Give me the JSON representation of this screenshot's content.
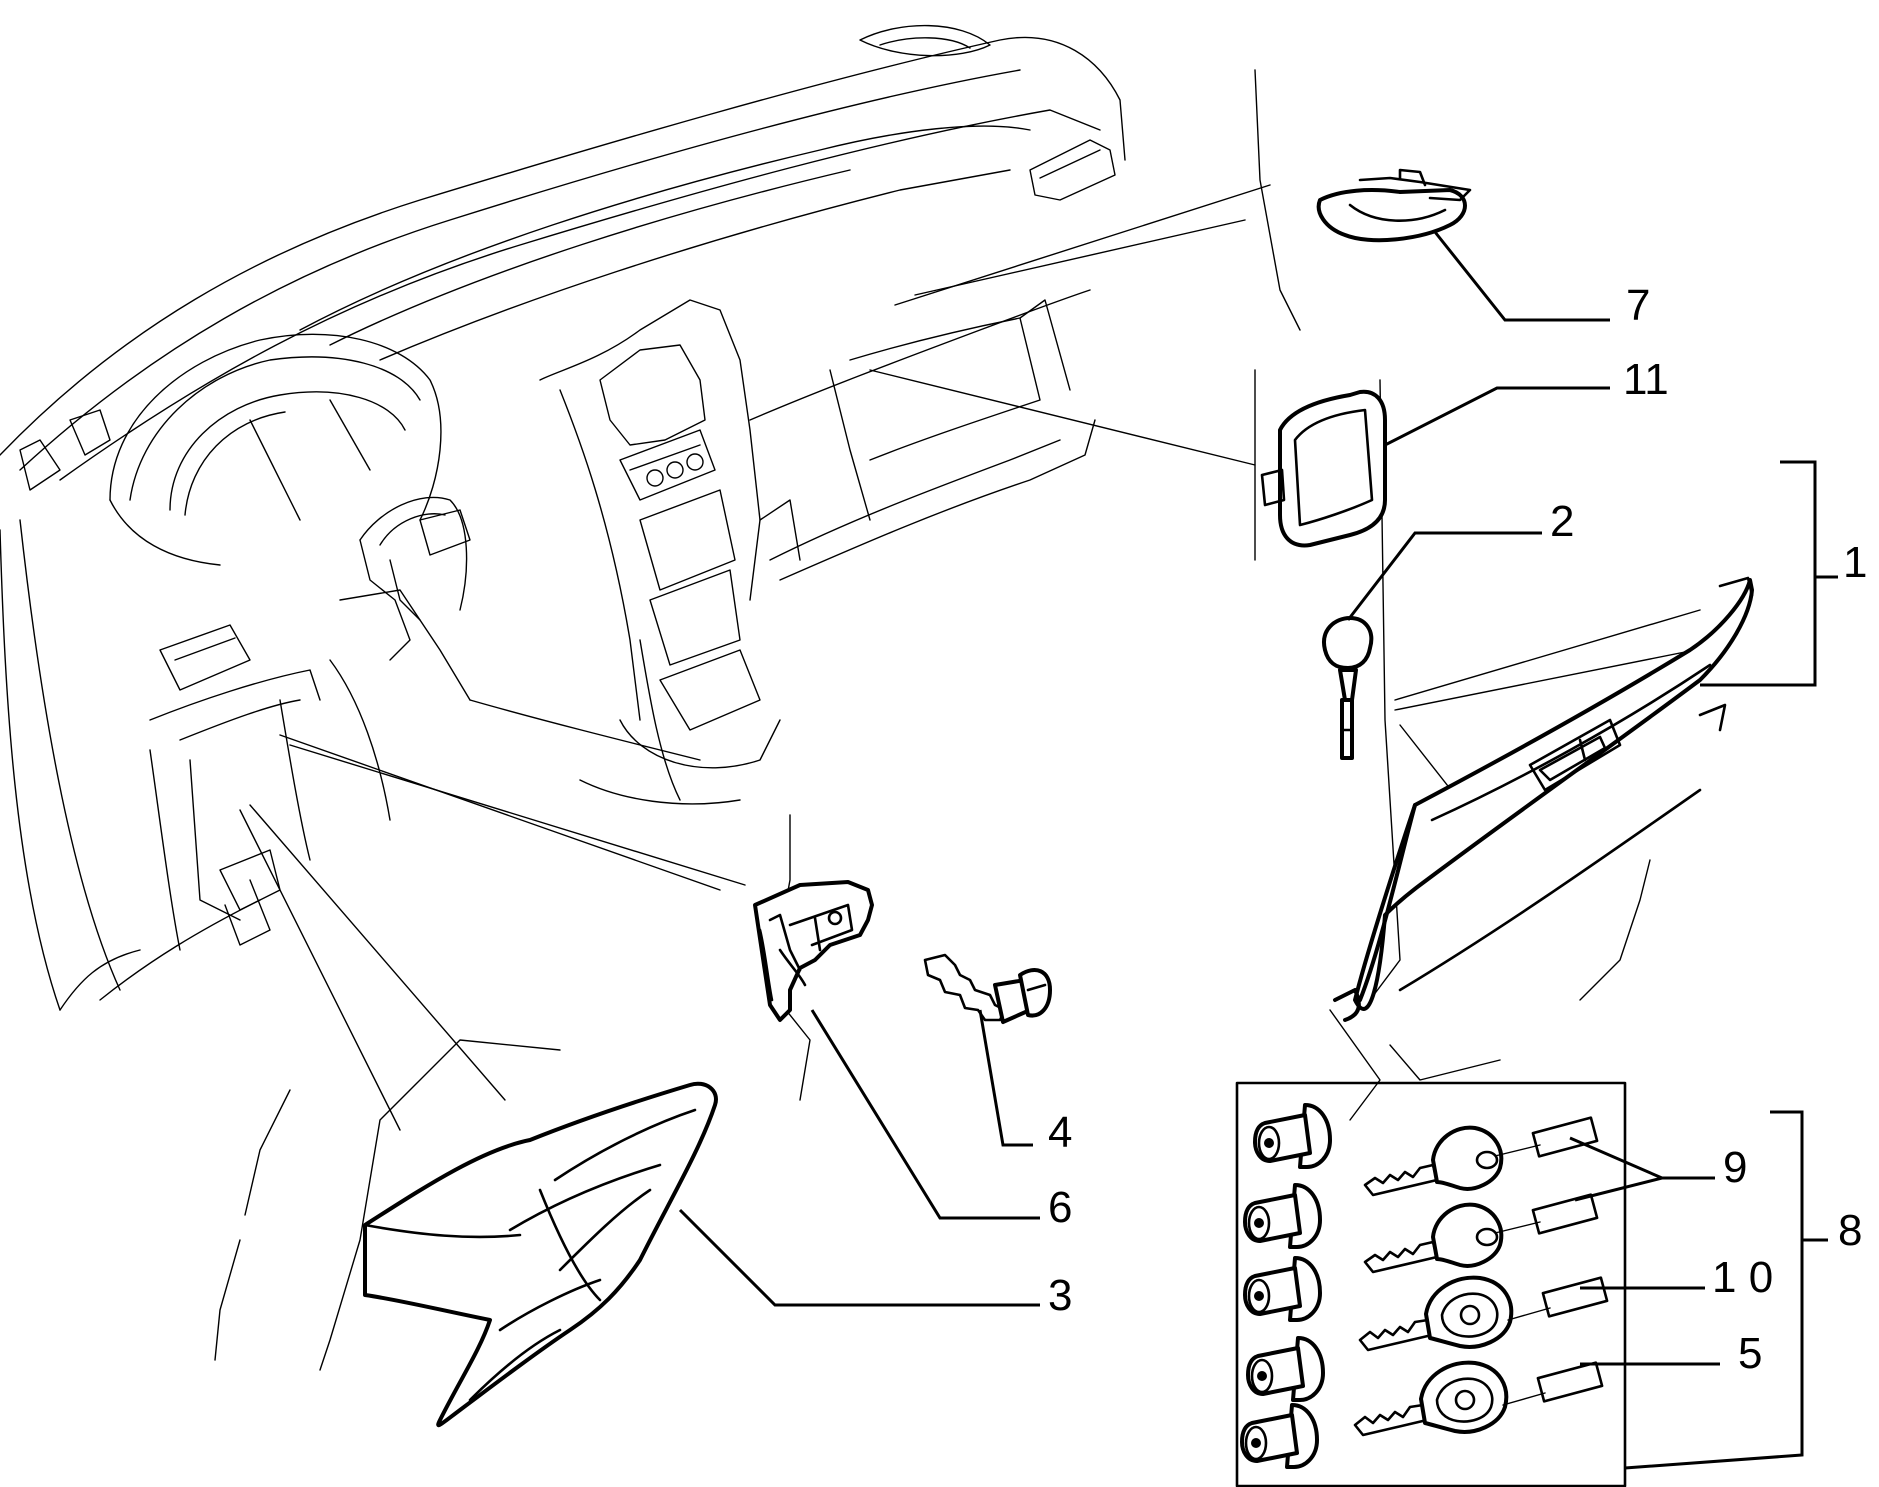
{
  "callouts": {
    "c1": "1",
    "c2": "2",
    "c3": "3",
    "c4": "4",
    "c5": "5",
    "c6": "6",
    "c7": "7",
    "c8": "8",
    "c9": "9",
    "c10": "1 0",
    "c11": "11"
  },
  "colors": {
    "line": "#000000",
    "background": "#ffffff"
  }
}
